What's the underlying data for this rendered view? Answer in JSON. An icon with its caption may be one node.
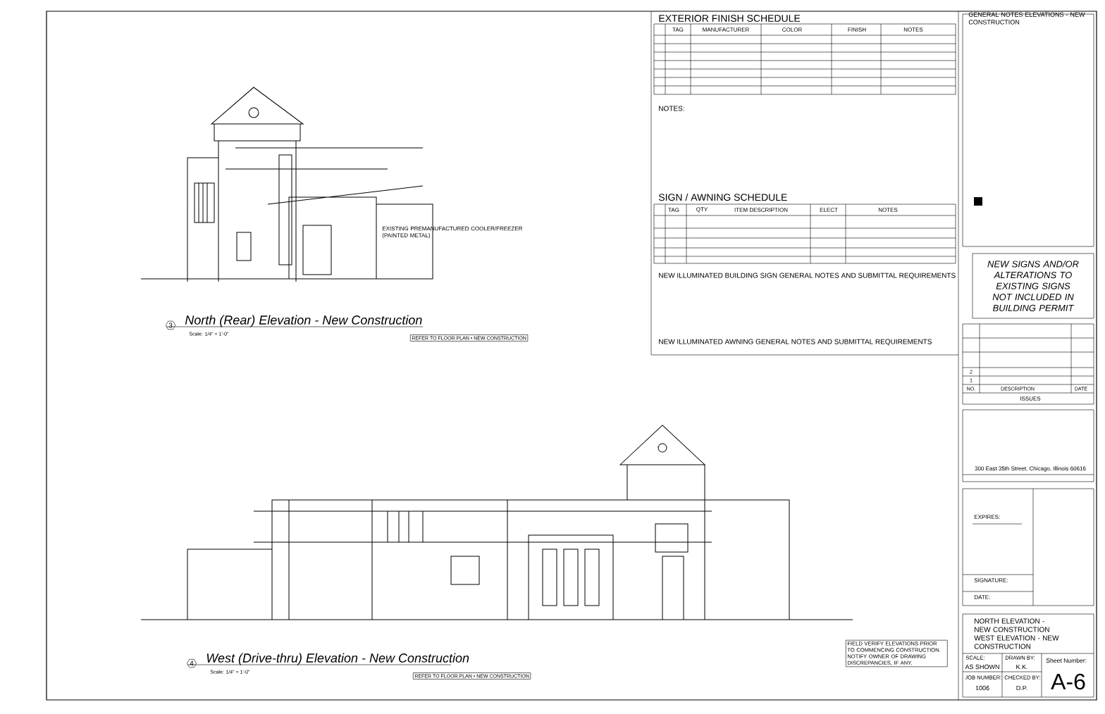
{
  "diagram": {
    "labels": [
      "North (Rear) Elevation - New Construction",
      "Scale: 1/4\" = 1'-0\"",
      "REFER TO FLOOR PLAN • NEW CONSTRUCTION",
      "3",
      "EXISTING PREMANUFACTURED COOLER/FREEZER (PAINTED METAL)",
      "West (Drive-thru) Elevation - New Construction",
      "Scale: 1/4\" = 1'-0\"",
      "REFER TO FLOOR PLAN • NEW CONSTRUCTION",
      "4",
      "EXTERIOR FINISH SCHEDULE",
      "TAG",
      "MANUFACTURER",
      "COLOR",
      "FINISH",
      "NOTES",
      "NOTES:",
      "SIGN / AWNING SCHEDULE",
      "TAG",
      "QTY",
      "ITEM DESCRIPTION",
      "ELECT",
      "NOTES",
      "NEW ILLUMINATED BUILDING SIGN GENERAL NOTES AND SUBMITTAL REQUIREMENTS",
      "NEW ILLUMINATED AWNING GENERAL NOTES AND SUBMITTAL REQUIREMENTS",
      "GENERAL NOTES ELEVATIONS - NEW CONSTRUCTION",
      "NEW SIGNS AND/OR ALTERATIONS TO EXISTING SIGNS NOT INCLUDED IN BUILDING PERMIT",
      "2",
      "1",
      "NO.",
      "DESCRIPTION",
      "DATE",
      "ISSUES",
      "300 East 35th Street, Chicago, Illinois 60616",
      "EXPIRES:",
      "SIGNATURE:",
      "DATE:",
      "NORTH ELEVATION - NEW CONSTRUCTION WEST ELEVATION - NEW CONSTRUCTION",
      "SCALE:",
      "AS SHOWN",
      "DRAWN BY:",
      "K.K.",
      "JOB NUMBER:",
      "1006",
      "CHECKED BY:",
      "D.P.",
      "Sheet Number:",
      "A-6",
      "FIELD VERIFY ELEVATIONS PRIOR TO COMMENCING CONSTRUCTION. NOTIFY OWNER OF DRAWING DISCREPANCIES, IF ANY."
    ]
  }
}
